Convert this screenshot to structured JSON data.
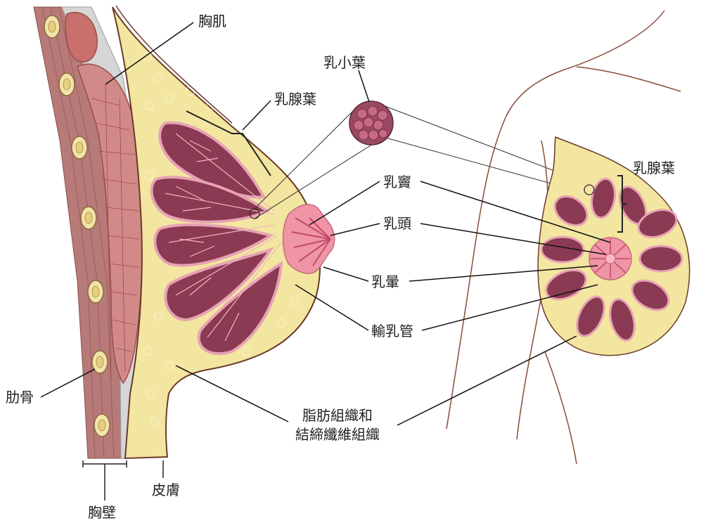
{
  "labels": {
    "pectoral_muscle": "胸肌",
    "lobule": "乳小葉",
    "lobe_left": "乳腺葉",
    "lobe_right": "乳腺葉",
    "sinus": "乳竇",
    "nipple": "乳頭",
    "areola": "乳暈",
    "duct": "輸乳管",
    "rib": "肋骨",
    "fat_line1": "脂肪組織和",
    "fat_line2": "結締纖維組織",
    "skin": "皮膚",
    "chest_wall": "胸壁"
  },
  "colors": {
    "fat": "#f3e6a0",
    "lobe": "#8a3a52",
    "lobe_edge": "#d98aa0",
    "nipple": "#ef95a5",
    "muscle": "#c97a7a",
    "muscle_dark": "#a85a5a",
    "rib": "#f2e3a8",
    "outline": "#6a3a2a",
    "chest_wall": "#b07878",
    "fascia": "#cfcfcf"
  }
}
